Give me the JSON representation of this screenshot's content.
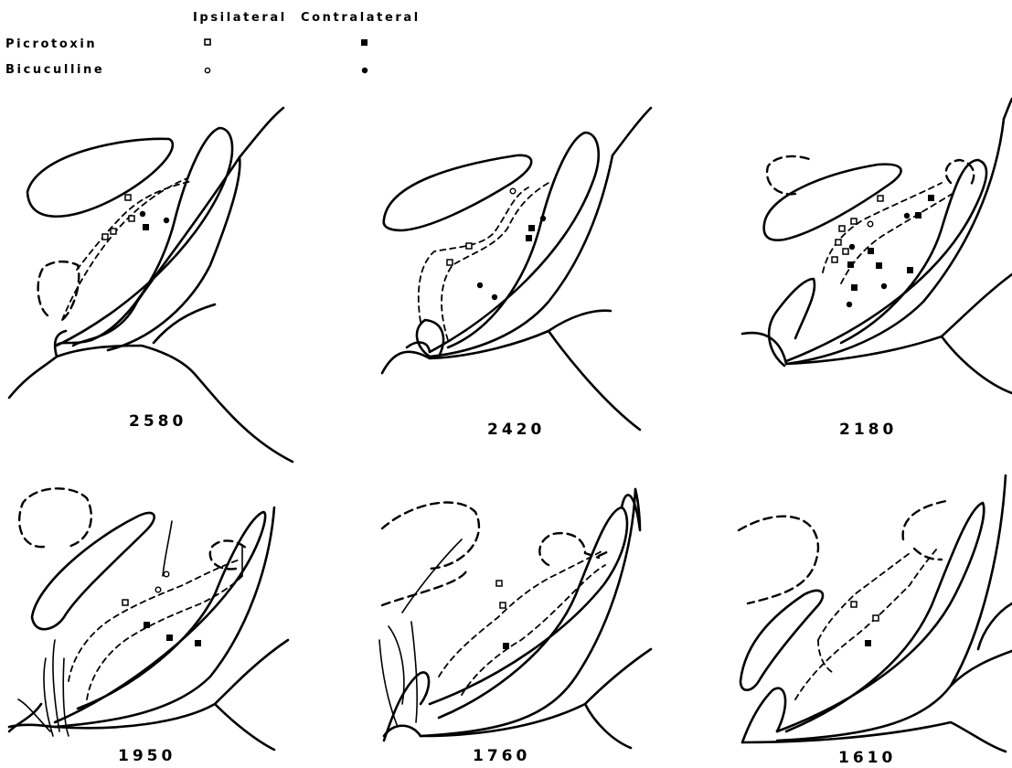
{
  "legend": {
    "ipsilateral": "Ipsilateral",
    "contralateral": "Contralateral",
    "picrotoxin": "Picrotoxin",
    "bicuculline": "Bicuculline"
  },
  "sections": [
    {
      "label": "2580"
    },
    {
      "label": "2420"
    },
    {
      "label": "2180"
    },
    {
      "label": "1950"
    },
    {
      "label": "1760"
    },
    {
      "label": "1610"
    }
  ]
}
